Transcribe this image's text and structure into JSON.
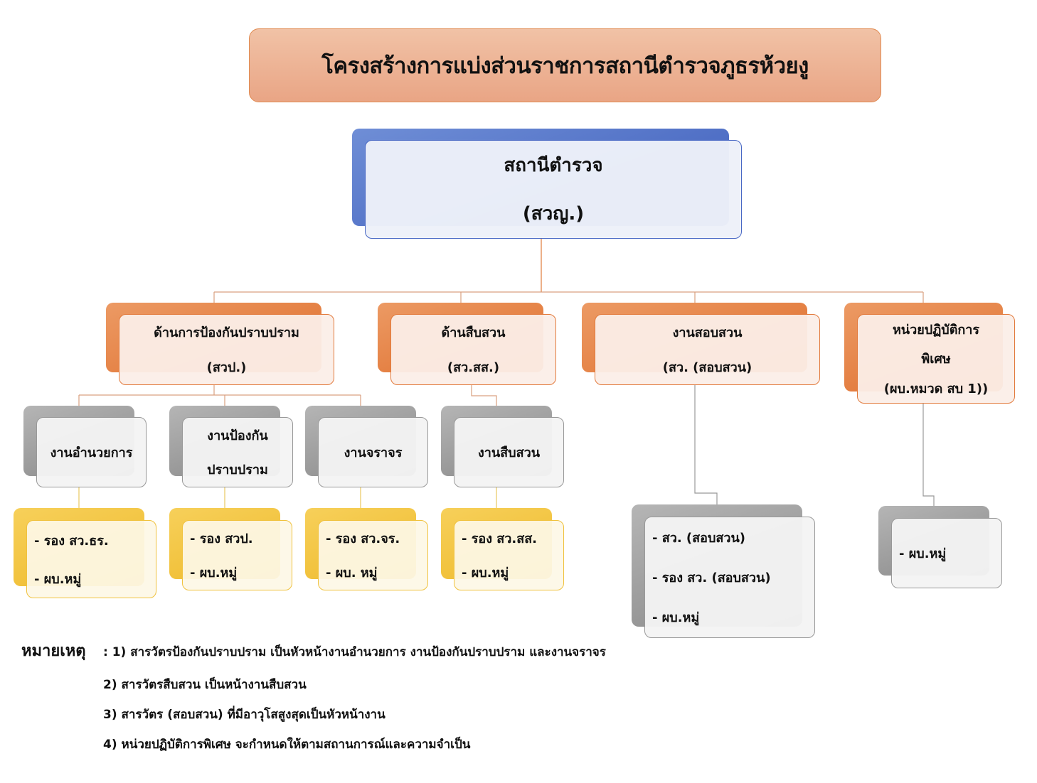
{
  "title": "โครงสร้างการแบ่งส่วนราชการสถานีตำรวจภูธรห้วยงู",
  "station": {
    "lines": [
      "สถานีตำรวจ",
      "(สวญ.)"
    ]
  },
  "divisions": [
    {
      "lines": [
        "ด้านการป้องกันปราบปราม",
        "(สวป.)"
      ]
    },
    {
      "lines": [
        "ด้านสืบสวน",
        "(สว.สส.)"
      ]
    },
    {
      "lines": [
        "งานสอบสวน",
        "(สว. (สอบสวน)"
      ]
    },
    {
      "lines": [
        "หน่วยปฏิบัติการ",
        "พิเศษ",
        "(ผบ.หมวด สบ 1))"
      ]
    }
  ],
  "units": [
    {
      "lines": [
        "งานอำนวยการ"
      ]
    },
    {
      "lines": [
        "งานป้องกัน",
        "ปราบปราม"
      ]
    },
    {
      "lines": [
        "งานจราจร"
      ]
    },
    {
      "lines": [
        "งานสืบสวน"
      ]
    }
  ],
  "staff": [
    {
      "lines": [
        "- รอง สว.ธร.",
        "- ผบ.หมู่"
      ]
    },
    {
      "lines": [
        "- รอง สวป.",
        "- ผบ.หมู่"
      ]
    },
    {
      "lines": [
        "- รอง สว.จร.",
        "- ผบ. หมู่"
      ]
    },
    {
      "lines": [
        "- รอง สว.สส.",
        "- ผบ.หมู่"
      ]
    },
    {
      "lines": [
        "- สว. (สอบสวน)",
        "- รอง สว. (สอบสวน)",
        "- ผบ.หมู่"
      ]
    },
    {
      "lines": [
        "- ผบ.หมู่"
      ]
    }
  ],
  "notes": {
    "label": "หมายเหตุ",
    "items": [
      ": 1) สารวัตรป้องกันปราบปราม เป็นหัวหน้างานอำนวยการ งานป้องกันปราบปราม และงานจราจร",
      "2) สารวัตรสืบสวน เป็นหน้างานสืบสวน",
      "3) สารวัตร (สอบสวน) ที่มีอาวุโสสูงสุดเป็นหัวหน้างาน",
      "4) หน่วยปฏิบัติการพิเศษ จะกำหนดให้ตามสถานการณ์และความจำเป็น"
    ]
  }
}
